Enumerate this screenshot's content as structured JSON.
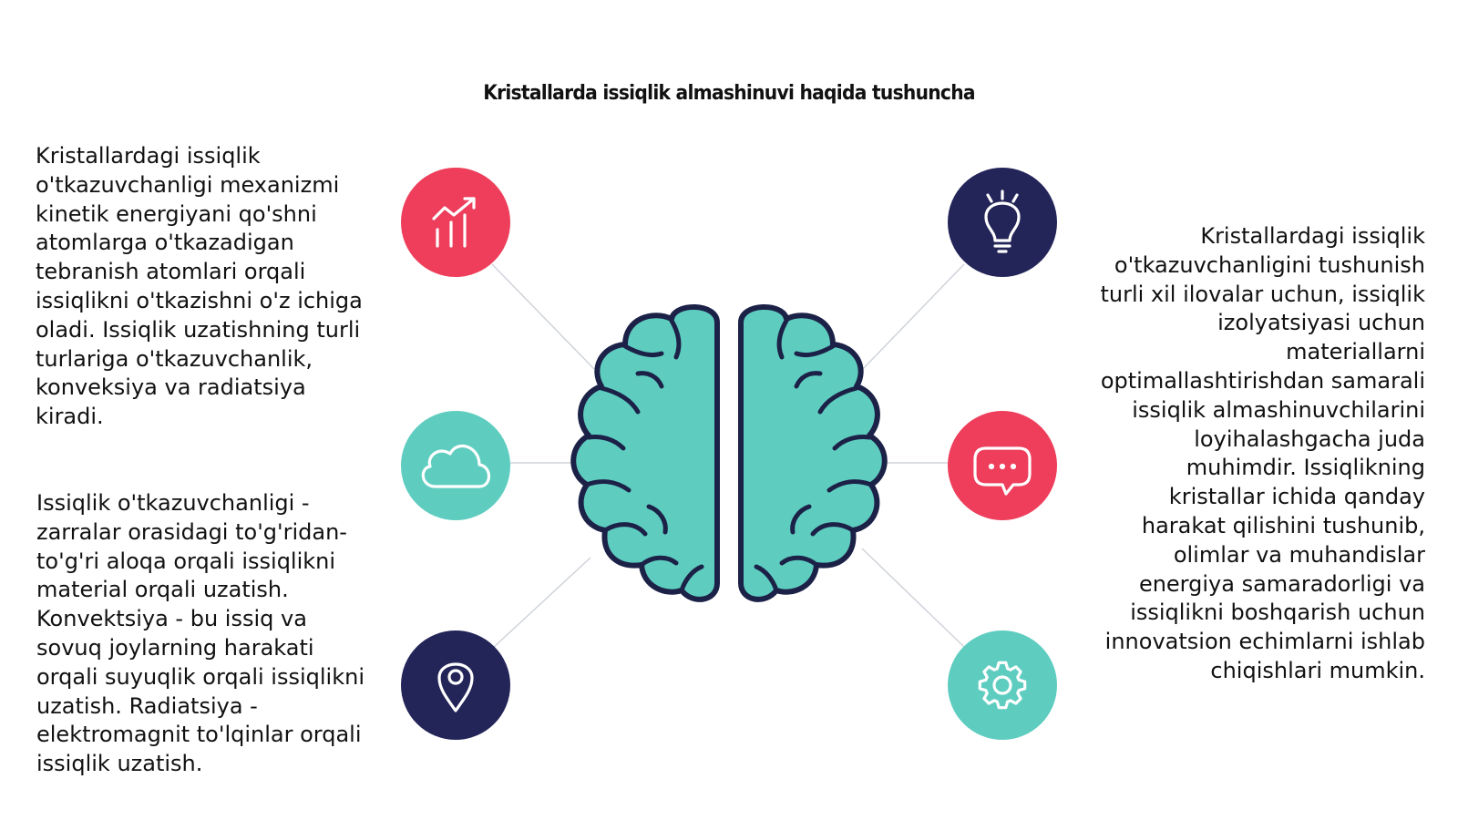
{
  "title": "Kristallarda issiqlik almashinuvi haqida tushuncha",
  "colors": {
    "red": "#ee3e5b",
    "navy": "#232458",
    "teal": "#5ecdc0",
    "brain_fill": "#5ecdc0",
    "brain_outline": "#1c2147",
    "connector": "#cfd3da"
  },
  "left_top_text": "Kristallardagi issiqlik o'tkazuvchanligi mexanizmi kinetik energiyani qo'shni atomlarga o'tkazadigan tebranish atomlari orqali issiqlikni o'tkazishni o'z ichiga oladi. Issiqlik uzatishning turli turlariga o'tkazuvchanlik, konveksiya va radiatsiya kiradi.",
  "left_bottom_text": "Issiqlik o'tkazuvchanligi - zarralar orasidagi to'g'ridan-to'g'ri aloqa orqali issiqlikni material orqali uzatish. Konvektsiya - bu issiq va sovuq joylarning harakati orqali suyuqlik orqali issiqlikni uzatish. Radiatsiya - elektromagnit to'lqinlar orqali issiqlik uzatish.",
  "right_text": "Kristallardagi issiqlik o'tkazuvchanligini tushunish turli xil ilovalar uchun, issiqlik izolyatsiyasi uchun materiallarni optimallashtirishdan samarali issiqlik almashinuvchilarini loyihalashgacha juda muhimdir. Issiqlikning kristallar ichida qanday harakat qilishini tushunib, olimlar va muhandislar energiya samaradorligi va issiqlikni boshqarish uchun innovatsion echimlarni ishlab chiqishlari mumkin.",
  "nodes": [
    {
      "icon": "growth-chart-icon",
      "color": "red"
    },
    {
      "icon": "cloud-icon",
      "color": "teal"
    },
    {
      "icon": "location-pin-icon",
      "color": "navy"
    },
    {
      "icon": "lightbulb-icon",
      "color": "navy"
    },
    {
      "icon": "chat-bubble-icon",
      "color": "red"
    },
    {
      "icon": "gear-icon",
      "color": "teal"
    }
  ]
}
